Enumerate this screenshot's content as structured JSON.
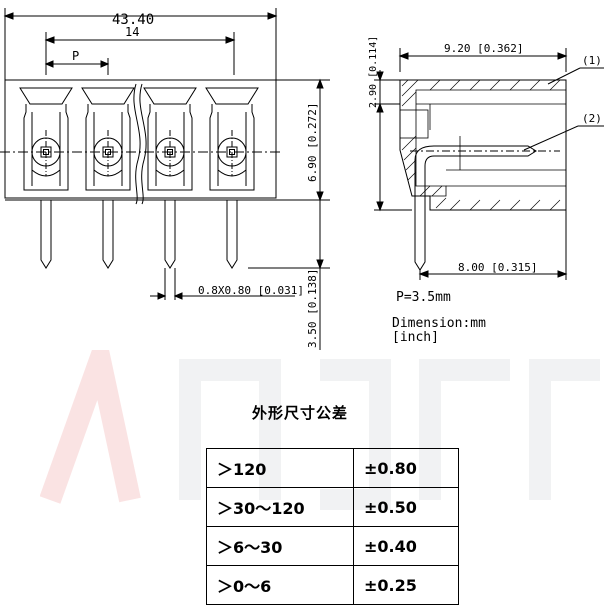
{
  "dimensions": {
    "overall_width": "43.40",
    "pin_span": "14",
    "pitch_label": "P",
    "height_front": "6.90 [0.272]",
    "pin_length": "3.50 [0.138]",
    "pin_size": "0.8X0.80 [0.031]",
    "side_depth": "9.20 [0.362]",
    "side_top": "2.90 [0.114]",
    "side_pin": "8.00 [0.315]",
    "callout_1": "(1)",
    "callout_2": "(2)"
  },
  "notes": {
    "pitch": "P=3.5mm",
    "unit_line1": "Dimension:mm",
    "unit_line2": "[inch]"
  },
  "tolerance": {
    "title": "外形尺寸公差",
    "rows": [
      {
        "range": "＞120",
        "tol": "±0.80"
      },
      {
        "range": "＞30～120",
        "tol": "±0.50"
      },
      {
        "range": "＞6～30",
        "tol": "±0.40"
      },
      {
        "range": "＞0～6",
        "tol": "±0.25"
      }
    ]
  },
  "colors": {
    "line": "#000000",
    "watermark": "#e03030"
  }
}
